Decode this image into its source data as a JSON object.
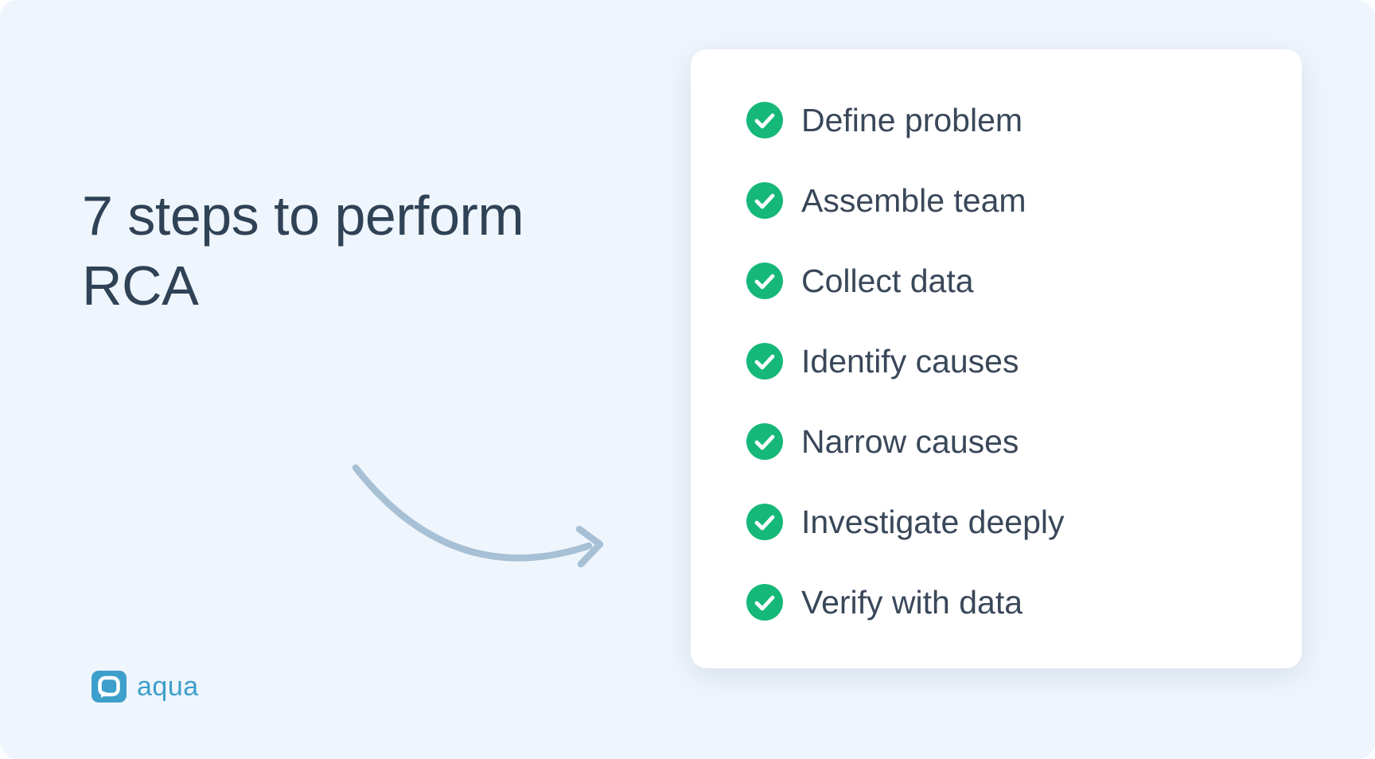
{
  "title": "7 steps to perform RCA",
  "checklist": {
    "items": [
      {
        "label": "Define problem"
      },
      {
        "label": "Assemble team"
      },
      {
        "label": "Collect data"
      },
      {
        "label": "Identify causes"
      },
      {
        "label": "Narrow causes"
      },
      {
        "label": "Investigate deeply"
      },
      {
        "label": "Verify with data"
      }
    ]
  },
  "logo": {
    "brand": "aqua"
  },
  "colors": {
    "background": "#eff5fc",
    "card": "#ffffff",
    "check_green": "#15b879",
    "check_mark": "#ffffff",
    "title_text": "#2f4256",
    "item_text": "#394759",
    "arrow": "#a7c0d5",
    "brand_blue": "#3d9fcb"
  }
}
